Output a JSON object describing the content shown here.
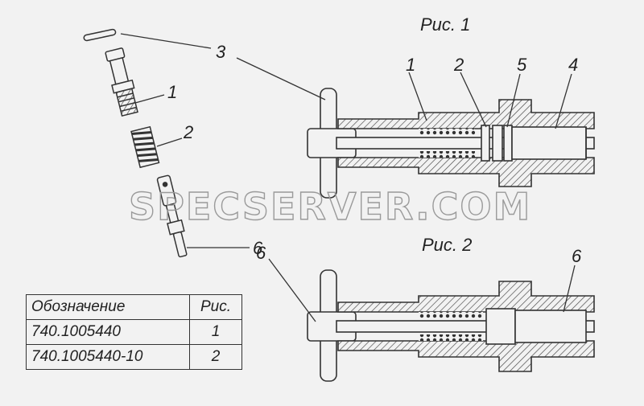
{
  "figures": {
    "fig1_title": "Рис. 1",
    "fig2_title": "Рис. 2"
  },
  "callouts": {
    "exploded_1": "1",
    "exploded_2": "2",
    "exploded_3": "3",
    "exploded_6": "6",
    "fig1_1": "1",
    "fig1_2": "2",
    "fig1_5": "5",
    "fig1_4": "4",
    "fig2_6_left": "6",
    "fig2_6_right": "6"
  },
  "watermark": "SPECSERVER.COM",
  "table": {
    "headers": [
      "Обозначение",
      "Рис."
    ],
    "rows": [
      [
        "740.1005440",
        "1"
      ],
      [
        "740.1005440-10",
        "2"
      ]
    ]
  }
}
